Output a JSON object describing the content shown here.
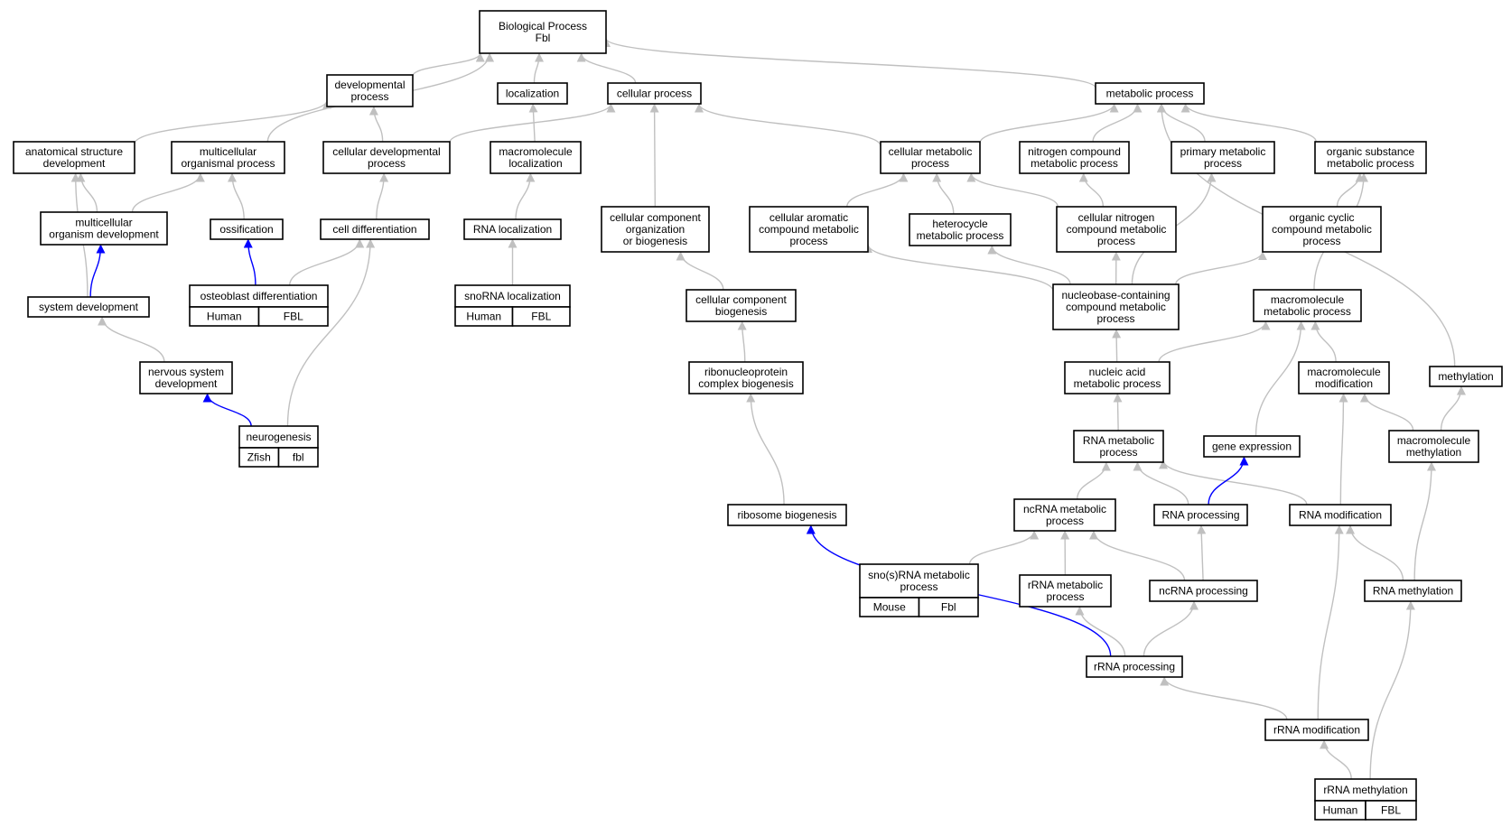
{
  "colors": {
    "edge_gray": "#c0c0c0",
    "edge_blue": "#0000ff",
    "human": "#ff6347",
    "zfish": "#6495ed",
    "mouse": "#add8e6"
  },
  "nodes": [
    {
      "id": "bp",
      "lines": [
        "Biological Process",
        "Fbl"
      ]
    },
    {
      "id": "devproc",
      "lines": [
        "developmental",
        "process"
      ]
    },
    {
      "id": "localization",
      "lines": [
        "localization"
      ]
    },
    {
      "id": "cellproc",
      "lines": [
        "cellular process"
      ]
    },
    {
      "id": "metproc",
      "lines": [
        "metabolic process"
      ]
    },
    {
      "id": "anatdev",
      "lines": [
        "anatomical structure",
        "development"
      ]
    },
    {
      "id": "multiorgproc",
      "lines": [
        "multicellular",
        "organismal process"
      ]
    },
    {
      "id": "celldevproc",
      "lines": [
        "cellular developmental",
        "process"
      ]
    },
    {
      "id": "macroloc",
      "lines": [
        "macromolecule",
        "localization"
      ]
    },
    {
      "id": "cellmet",
      "lines": [
        "cellular metabolic",
        "process"
      ]
    },
    {
      "id": "nitromet",
      "lines": [
        "nitrogen compound",
        "metabolic process"
      ]
    },
    {
      "id": "primmet",
      "lines": [
        "primary metabolic",
        "process"
      ]
    },
    {
      "id": "orgsubmet",
      "lines": [
        "organic substance",
        "metabolic process"
      ]
    },
    {
      "id": "multiorgdev",
      "lines": [
        "multicellular",
        "organism development"
      ]
    },
    {
      "id": "ossification",
      "lines": [
        "ossification"
      ]
    },
    {
      "id": "celldiff",
      "lines": [
        "cell differentiation"
      ]
    },
    {
      "id": "rnaloc",
      "lines": [
        "RNA localization"
      ]
    },
    {
      "id": "ccob",
      "lines": [
        "cellular component",
        "organization",
        "or biogenesis"
      ]
    },
    {
      "id": "aromatic",
      "lines": [
        "cellular aromatic",
        "compound metabolic",
        "process"
      ]
    },
    {
      "id": "heterocycle",
      "lines": [
        "heterocycle",
        "metabolic process"
      ]
    },
    {
      "id": "cellnitro",
      "lines": [
        "cellular nitrogen",
        "compound metabolic",
        "process"
      ]
    },
    {
      "id": "orgcyclic",
      "lines": [
        "organic cyclic",
        "compound metabolic",
        "process"
      ]
    },
    {
      "id": "osteo",
      "lines": [
        "osteoblast differentiation"
      ],
      "cells": [
        {
          "label": "Human",
          "color": "human"
        },
        {
          "label": "FBL",
          "color": "human"
        }
      ]
    },
    {
      "id": "snornaloc",
      "lines": [
        "snoRNA localization"
      ],
      "cells": [
        {
          "label": "Human",
          "color": "human"
        },
        {
          "label": "FBL",
          "color": "human"
        }
      ]
    },
    {
      "id": "sysdev",
      "lines": [
        "system development"
      ]
    },
    {
      "id": "ccbio",
      "lines": [
        "cellular component",
        "biogenesis"
      ]
    },
    {
      "id": "nucleobase",
      "lines": [
        "nucleobase-containing",
        "compound metabolic",
        "process"
      ]
    },
    {
      "id": "macromet",
      "lines": [
        "macromolecule",
        "metabolic process"
      ]
    },
    {
      "id": "nervdev",
      "lines": [
        "nervous system",
        "development"
      ]
    },
    {
      "id": "rnpbio",
      "lines": [
        "ribonucleoprotein",
        "complex biogenesis"
      ]
    },
    {
      "id": "nucacid",
      "lines": [
        "nucleic acid",
        "metabolic process"
      ]
    },
    {
      "id": "macromod",
      "lines": [
        "macromolecule",
        "modification"
      ]
    },
    {
      "id": "methylation",
      "lines": [
        "methylation"
      ]
    },
    {
      "id": "neurogenesis",
      "lines": [
        "neurogenesis"
      ],
      "cells": [
        {
          "label": "Zfish",
          "color": "zfish"
        },
        {
          "label": "fbl",
          "color": "zfish"
        }
      ]
    },
    {
      "id": "rnamet",
      "lines": [
        "RNA metabolic",
        "process"
      ]
    },
    {
      "id": "geneexp",
      "lines": [
        "gene expression"
      ]
    },
    {
      "id": "macromethyl",
      "lines": [
        "macromolecule",
        "methylation"
      ]
    },
    {
      "id": "ribobio",
      "lines": [
        "ribosome biogenesis"
      ]
    },
    {
      "id": "ncrnamet",
      "lines": [
        "ncRNA metabolic",
        "process"
      ]
    },
    {
      "id": "rnaproc",
      "lines": [
        "RNA processing"
      ]
    },
    {
      "id": "rnamod",
      "lines": [
        "RNA modification"
      ]
    },
    {
      "id": "snosmet",
      "lines": [
        "sno(s)RNA metabolic",
        "process"
      ],
      "cells": [
        {
          "label": "Mouse",
          "color": "mouse"
        },
        {
          "label": "Fbl",
          "color": "mouse"
        }
      ]
    },
    {
      "id": "rrnamet",
      "lines": [
        "rRNA metabolic",
        "process"
      ]
    },
    {
      "id": "ncrnaproc",
      "lines": [
        "ncRNA processing"
      ]
    },
    {
      "id": "rnamethyl",
      "lines": [
        "RNA methylation"
      ]
    },
    {
      "id": "rrnaproc",
      "lines": [
        "rRNA processing"
      ]
    },
    {
      "id": "rrnamod",
      "lines": [
        "rRNA modification"
      ]
    },
    {
      "id": "rrnamethyl",
      "lines": [
        "rRNA methylation"
      ],
      "cells": [
        {
          "label": "Human",
          "color": "human"
        },
        {
          "label": "FBL",
          "color": "human"
        }
      ]
    }
  ],
  "edges": [
    {
      "from": "devproc",
      "to": "bp",
      "color": "edge_gray"
    },
    {
      "from": "multiorgproc",
      "to": "bp",
      "color": "edge_gray"
    },
    {
      "from": "localization",
      "to": "bp",
      "color": "edge_gray"
    },
    {
      "from": "cellproc",
      "to": "bp",
      "color": "edge_gray"
    },
    {
      "from": "metproc",
      "to": "bp",
      "color": "edge_gray"
    },
    {
      "from": "anatdev",
      "to": "devproc",
      "color": "edge_gray"
    },
    {
      "from": "celldevproc",
      "to": "devproc",
      "color": "edge_gray"
    },
    {
      "from": "celldevproc",
      "to": "cellproc",
      "color": "edge_gray"
    },
    {
      "from": "macroloc",
      "to": "localization",
      "color": "edge_gray"
    },
    {
      "from": "ccob",
      "to": "cellproc",
      "color": "edge_gray"
    },
    {
      "from": "cellmet",
      "to": "cellproc",
      "color": "edge_gray"
    },
    {
      "from": "cellmet",
      "to": "metproc",
      "color": "edge_gray"
    },
    {
      "from": "nitromet",
      "to": "metproc",
      "color": "edge_gray"
    },
    {
      "from": "primmet",
      "to": "metproc",
      "color": "edge_gray"
    },
    {
      "from": "orgsubmet",
      "to": "metproc",
      "color": "edge_gray"
    },
    {
      "from": "methylation",
      "to": "metproc",
      "color": "edge_gray"
    },
    {
      "from": "multiorgdev",
      "to": "anatdev",
      "color": "edge_gray"
    },
    {
      "from": "multiorgdev",
      "to": "multiorgproc",
      "color": "edge_gray"
    },
    {
      "from": "sysdev",
      "to": "anatdev",
      "color": "edge_gray"
    },
    {
      "from": "ossification",
      "to": "multiorgproc",
      "color": "edge_gray"
    },
    {
      "from": "celldiff",
      "to": "celldevproc",
      "color": "edge_gray"
    },
    {
      "from": "rnaloc",
      "to": "macroloc",
      "color": "edge_gray"
    },
    {
      "from": "snornaloc",
      "to": "rnaloc",
      "color": "edge_gray"
    },
    {
      "from": "sysdev",
      "to": "multiorgdev",
      "color": "edge_blue"
    },
    {
      "from": "osteo",
      "to": "ossification",
      "color": "edge_blue"
    },
    {
      "from": "osteo",
      "to": "celldiff",
      "color": "edge_gray"
    },
    {
      "from": "neurogenesis",
      "to": "celldiff",
      "color": "edge_gray"
    },
    {
      "from": "nervdev",
      "to": "sysdev",
      "color": "edge_gray"
    },
    {
      "from": "neurogenesis",
      "to": "nervdev",
      "color": "edge_blue"
    },
    {
      "from": "ccbio",
      "to": "ccob",
      "color": "edge_gray"
    },
    {
      "from": "rnpbio",
      "to": "ccbio",
      "color": "edge_gray"
    },
    {
      "from": "ribobio",
      "to": "rnpbio",
      "color": "edge_gray"
    },
    {
      "from": "aromatic",
      "to": "cellmet",
      "color": "edge_gray"
    },
    {
      "from": "heterocycle",
      "to": "cellmet",
      "color": "edge_gray"
    },
    {
      "from": "cellnitro",
      "to": "cellmet",
      "color": "edge_gray"
    },
    {
      "from": "cellnitro",
      "to": "nitromet",
      "color": "edge_gray"
    },
    {
      "from": "orgcyclic",
      "to": "orgsubmet",
      "color": "edge_gray"
    },
    {
      "from": "macromet",
      "to": "orgsubmet",
      "color": "edge_gray"
    },
    {
      "from": "nucleobase",
      "to": "aromatic",
      "color": "edge_gray"
    },
    {
      "from": "nucleobase",
      "to": "heterocycle",
      "color": "edge_gray"
    },
    {
      "from": "nucleobase",
      "to": "cellnitro",
      "color": "edge_gray"
    },
    {
      "from": "nucleobase",
      "to": "primmet",
      "color": "edge_gray"
    },
    {
      "from": "nucleobase",
      "to": "orgcyclic",
      "color": "edge_gray"
    },
    {
      "from": "nucacid",
      "to": "nucleobase",
      "color": "edge_gray"
    },
    {
      "from": "nucacid",
      "to": "macromet",
      "color": "edge_gray"
    },
    {
      "from": "macromod",
      "to": "macromet",
      "color": "edge_gray"
    },
    {
      "from": "geneexp",
      "to": "macromet",
      "color": "edge_gray"
    },
    {
      "from": "rnamet",
      "to": "nucacid",
      "color": "edge_gray"
    },
    {
      "from": "macromethyl",
      "to": "macromod",
      "color": "edge_gray"
    },
    {
      "from": "macromethyl",
      "to": "methylation",
      "color": "edge_gray"
    },
    {
      "from": "ncrnamet",
      "to": "rnamet",
      "color": "edge_gray"
    },
    {
      "from": "rnaproc",
      "to": "rnamet",
      "color": "edge_gray"
    },
    {
      "from": "rnamod",
      "to": "rnamet",
      "color": "edge_gray"
    },
    {
      "from": "rnaproc",
      "to": "geneexp",
      "color": "edge_blue"
    },
    {
      "from": "rnamod",
      "to": "macromod",
      "color": "edge_gray"
    },
    {
      "from": "rnamethyl",
      "to": "macromethyl",
      "color": "edge_gray"
    },
    {
      "from": "rnamethyl",
      "to": "rnamod",
      "color": "edge_gray"
    },
    {
      "from": "snosmet",
      "to": "ncrnamet",
      "color": "edge_gray"
    },
    {
      "from": "rrnamet",
      "to": "ncrnamet",
      "color": "edge_gray"
    },
    {
      "from": "ncrnaproc",
      "to": "ncrnamet",
      "color": "edge_gray"
    },
    {
      "from": "ncrnaproc",
      "to": "rnaproc",
      "color": "edge_gray"
    },
    {
      "from": "rrnaproc",
      "to": "rrnamet",
      "color": "edge_gray"
    },
    {
      "from": "rrnaproc",
      "to": "ncrnaproc",
      "color": "edge_gray"
    },
    {
      "from": "rrnaproc",
      "to": "ribobio",
      "color": "edge_blue"
    },
    {
      "from": "rrnamod",
      "to": "rrnaproc",
      "color": "edge_gray"
    },
    {
      "from": "rrnamod",
      "to": "rnamod",
      "color": "edge_gray"
    },
    {
      "from": "rrnamethyl",
      "to": "rrnamod",
      "color": "edge_gray"
    },
    {
      "from": "rrnamethyl",
      "to": "rnamethyl",
      "color": "edge_gray"
    }
  ]
}
